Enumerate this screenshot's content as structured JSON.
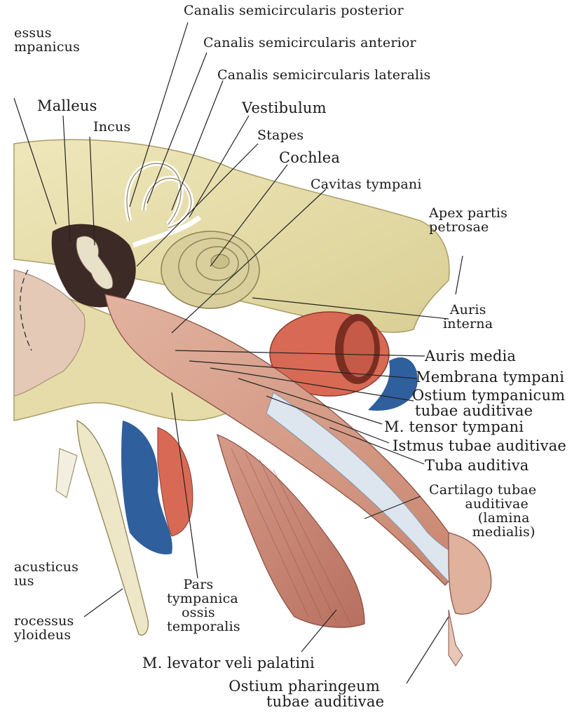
{
  "labels": {
    "canalis_posterior": "Canalis semicircularis posterior",
    "canalis_anterior": "Canalis semicircularis anterior",
    "canalis_lateralis": "Canalis semicircularis lateralis",
    "processus_tympanicus_1": "essus",
    "processus_tympanicus_2": "mpanicus",
    "malleus": "Malleus",
    "incus": "Incus",
    "vestibulum": "Vestibulum",
    "stapes": "Stapes",
    "cochlea": "Cochlea",
    "cavitas_tympani": "Cavitas tympani",
    "apex_1": "Apex partis",
    "apex_2": "petrosae",
    "auris_interna_1": "Auris",
    "auris_interna_2": "interna",
    "auris_media": "Auris media",
    "membrana_tympani": "Membrana tympani",
    "ostium_tympanicum_1": "Ostium tympanicum",
    "ostium_tympanicum_2": "tubae auditivae",
    "m_tensor_tympani": "M. tensor tympani",
    "istmus": "Istmus tubae auditivae",
    "tuba_auditiva": "Tuba auditiva",
    "cartilago_1": "Cartilago tubae",
    "cartilago_2": "auditivae",
    "cartilago_3": "(lamina",
    "cartilago_4": "medialis)",
    "meatus_1": "acusticus",
    "meatus_2": "ıus",
    "styloid_1": "rocessus",
    "styloid_2": "yloideus",
    "pars_1": "Pars",
    "pars_2": "tympanica",
    "pars_3": "ossis",
    "pars_4": "temporalis",
    "levator": "M. levator veli palatini",
    "ostium_pharyngeum_1": "Ostium pharingeum",
    "ostium_pharyngeum_2": "tubae auditivae"
  },
  "colors": {
    "bone": "#e9e1b0",
    "bone_shadow": "#cfc489",
    "muscle": "#c88a78",
    "muscle_dark": "#a85f52",
    "artery": "#d86a55",
    "vein": "#2f5f9c",
    "cartilage": "#dde6ef",
    "mucosa": "#d9a48f",
    "dark_cavity": "#3b2a25",
    "line": "#222222"
  }
}
